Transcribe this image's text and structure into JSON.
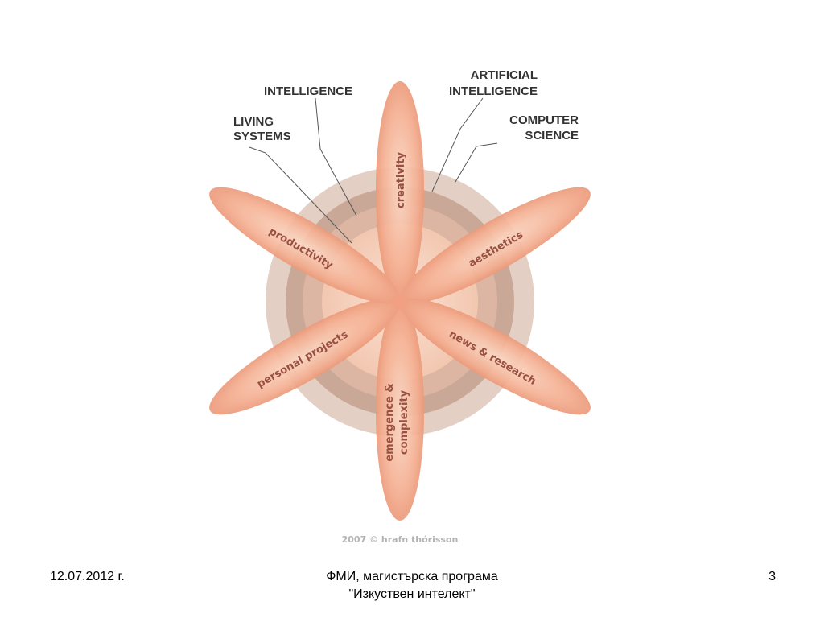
{
  "diagram": {
    "ring_labels": {
      "intelligence": "INTELLIGENCE",
      "artificial_intelligence": [
        "ARTIFICIAL",
        "INTELLIGENCE"
      ],
      "living_systems": [
        "LIVING",
        "SYSTEMS"
      ],
      "computer_science": [
        "COMPUTER",
        "SCIENCE"
      ]
    },
    "petals": {
      "creativity": "creativity",
      "aesthetics": "aesthetics",
      "news_research": "news & research",
      "emergence_complexity": [
        "emergence &",
        "complexity"
      ],
      "personal_projects": "personal projects",
      "productivity": "productivity"
    },
    "credit": "2007 © hrafn thórisson",
    "colors": {
      "petal": "#f2a688",
      "petal_edge": "#e89070",
      "ring_outer": "#ddc7bb",
      "ring_mid": "#c8a593",
      "ring_inner": "#e6c2ae",
      "core": "#f2cdb8",
      "label": "#333333",
      "petal_text": "#9a5040"
    }
  },
  "footer": {
    "date": "12.07.2012 г.",
    "center_line1": "ФМИ, магистърска програма",
    "center_line2": "\"Изкуствен интелект\"",
    "page_number": "3"
  }
}
